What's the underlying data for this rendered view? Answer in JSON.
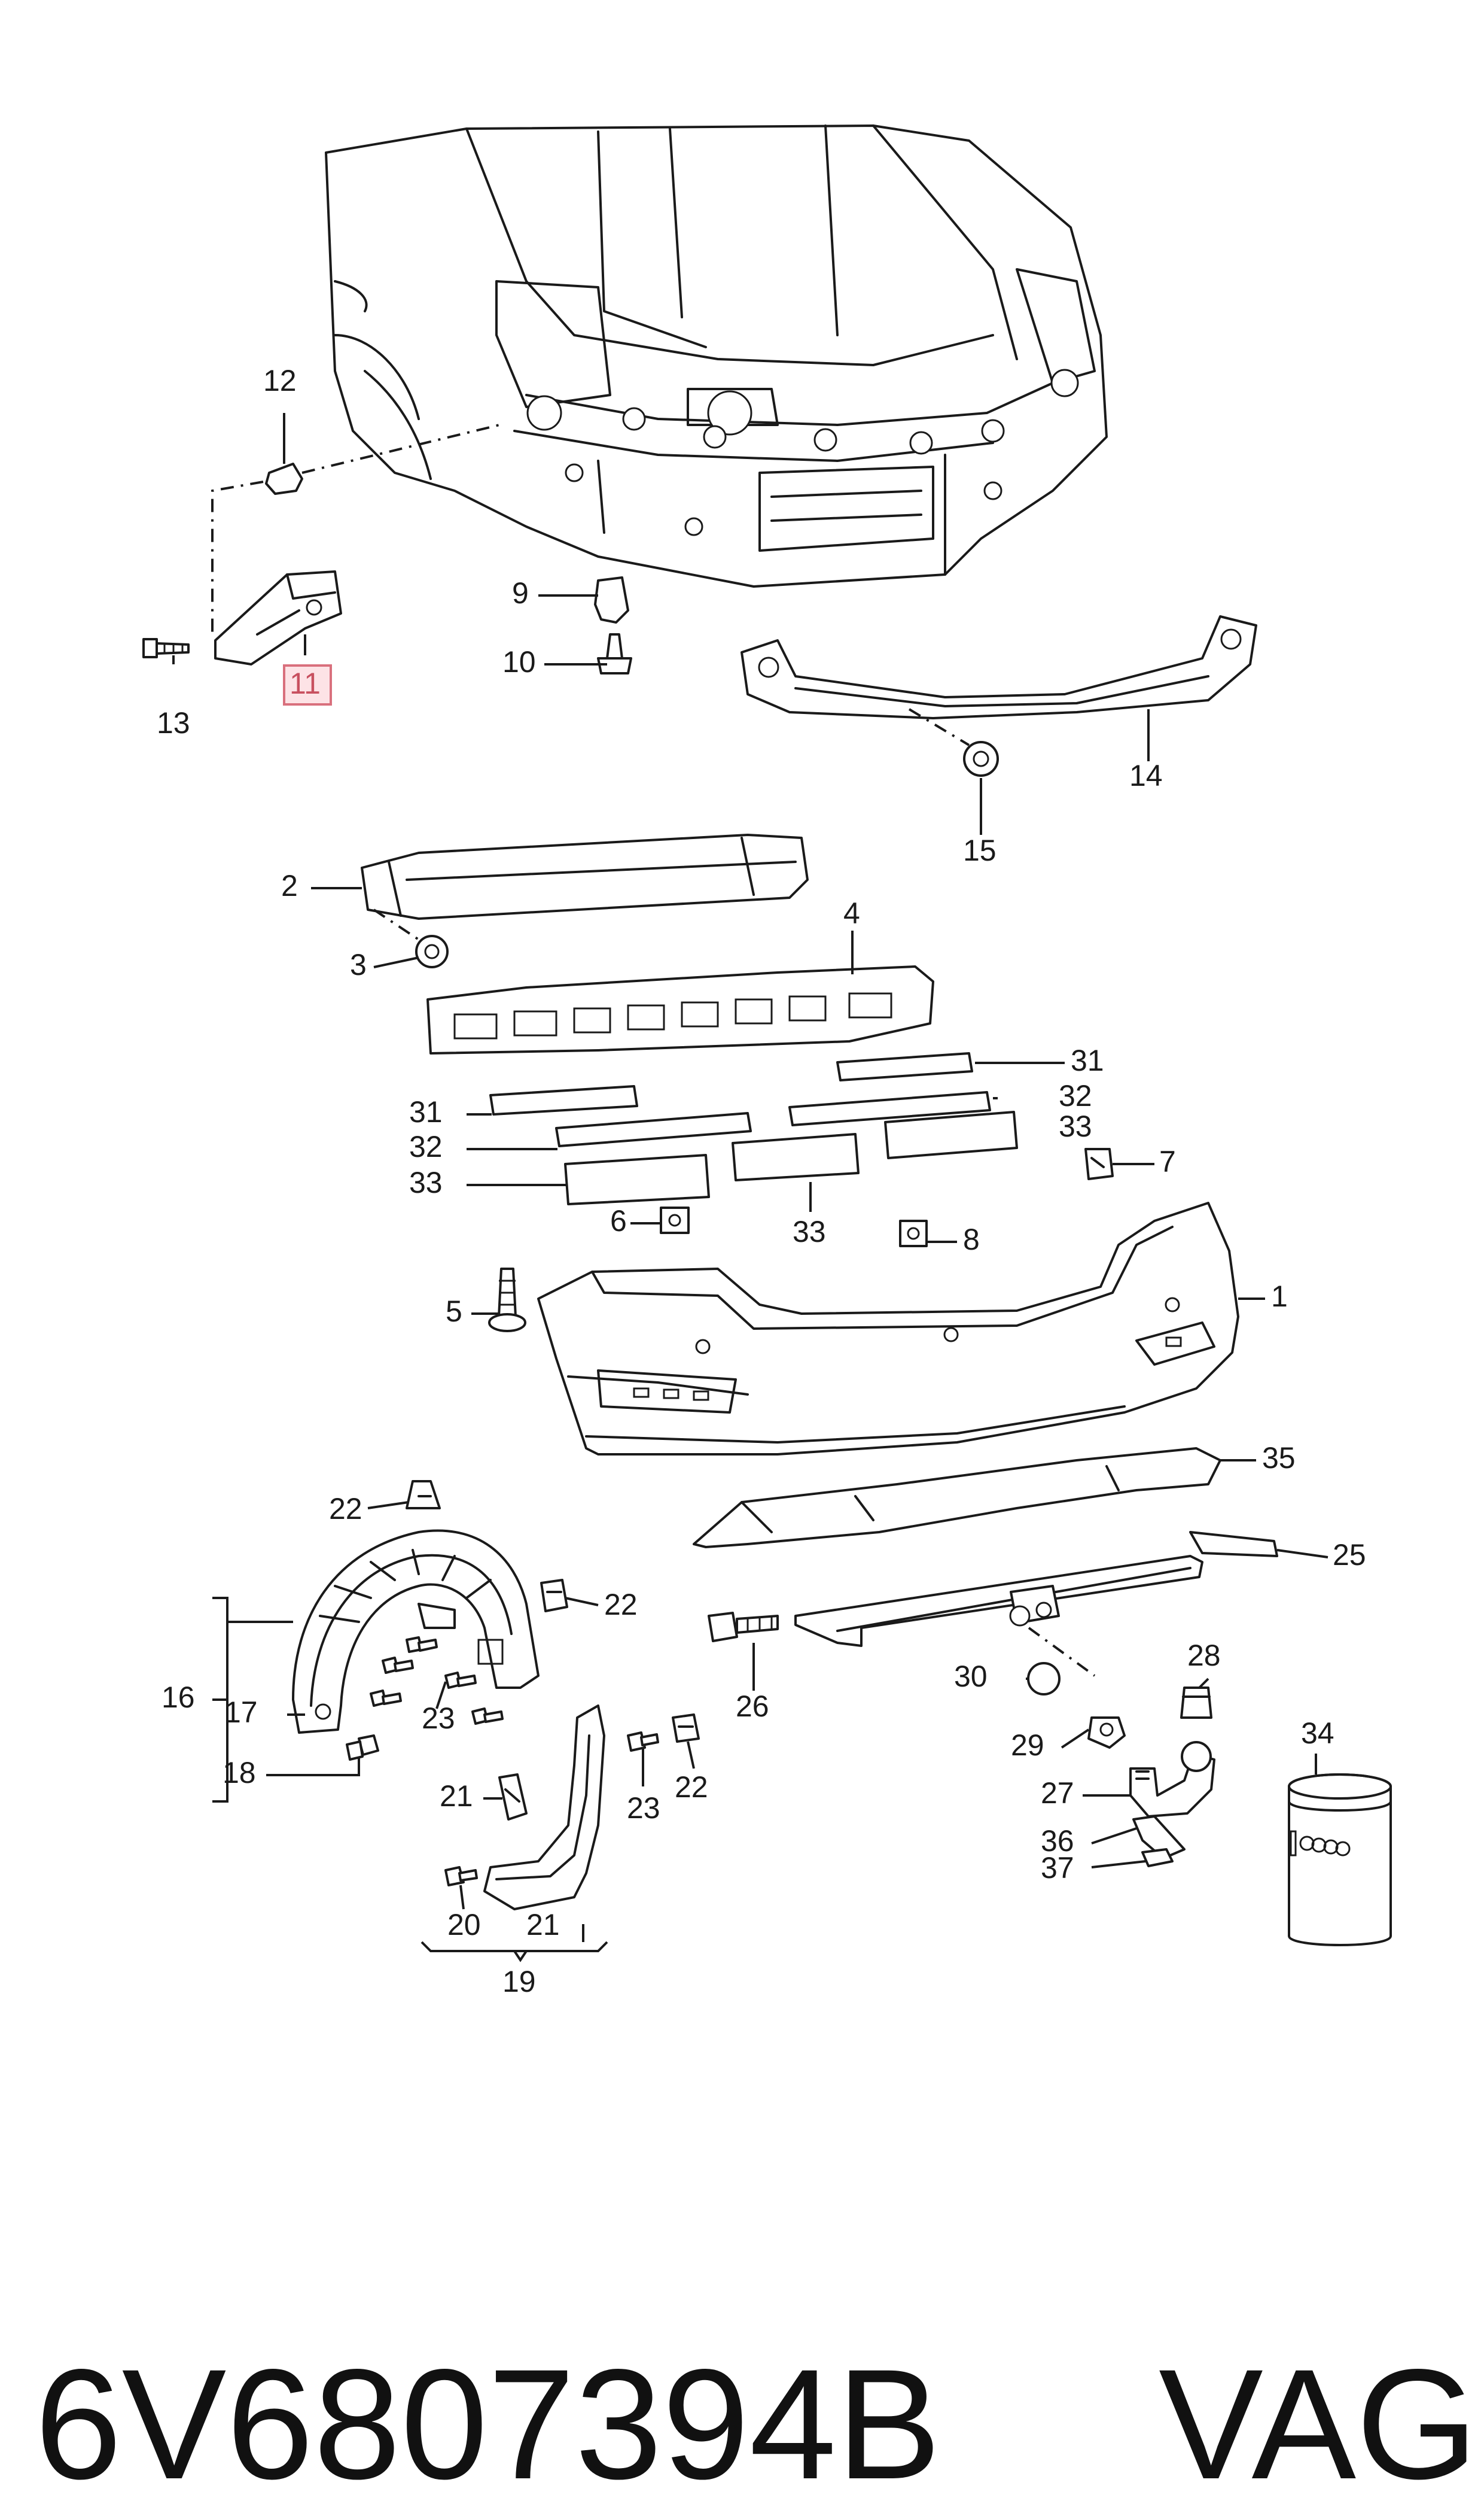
{
  "labels": {
    "l1": "1",
    "l2": "2",
    "l3": "3",
    "l4": "4",
    "l5": "5",
    "l6": "6",
    "l7": "7",
    "l8": "8",
    "l9": "9",
    "l10": "10",
    "l11": "11",
    "l12": "12",
    "l13": "13",
    "l14": "14",
    "l15": "15",
    "l16": "16",
    "l17": "17",
    "l18": "18",
    "l19": "19",
    "l20": "20",
    "l21": "21",
    "l22": "22",
    "l23": "23",
    "l25": "25",
    "l26": "26",
    "l27": "27",
    "l28": "28",
    "l29": "29",
    "l30": "30",
    "l31": "31",
    "l32": "32",
    "l33": "33",
    "l34": "34",
    "l35": "35",
    "l36": "36",
    "l37": "37"
  },
  "highlighted_part": "11",
  "highlight_color": "#fde3e6",
  "footer": {
    "part_number": "6V6807394B",
    "brand": "VAG"
  }
}
